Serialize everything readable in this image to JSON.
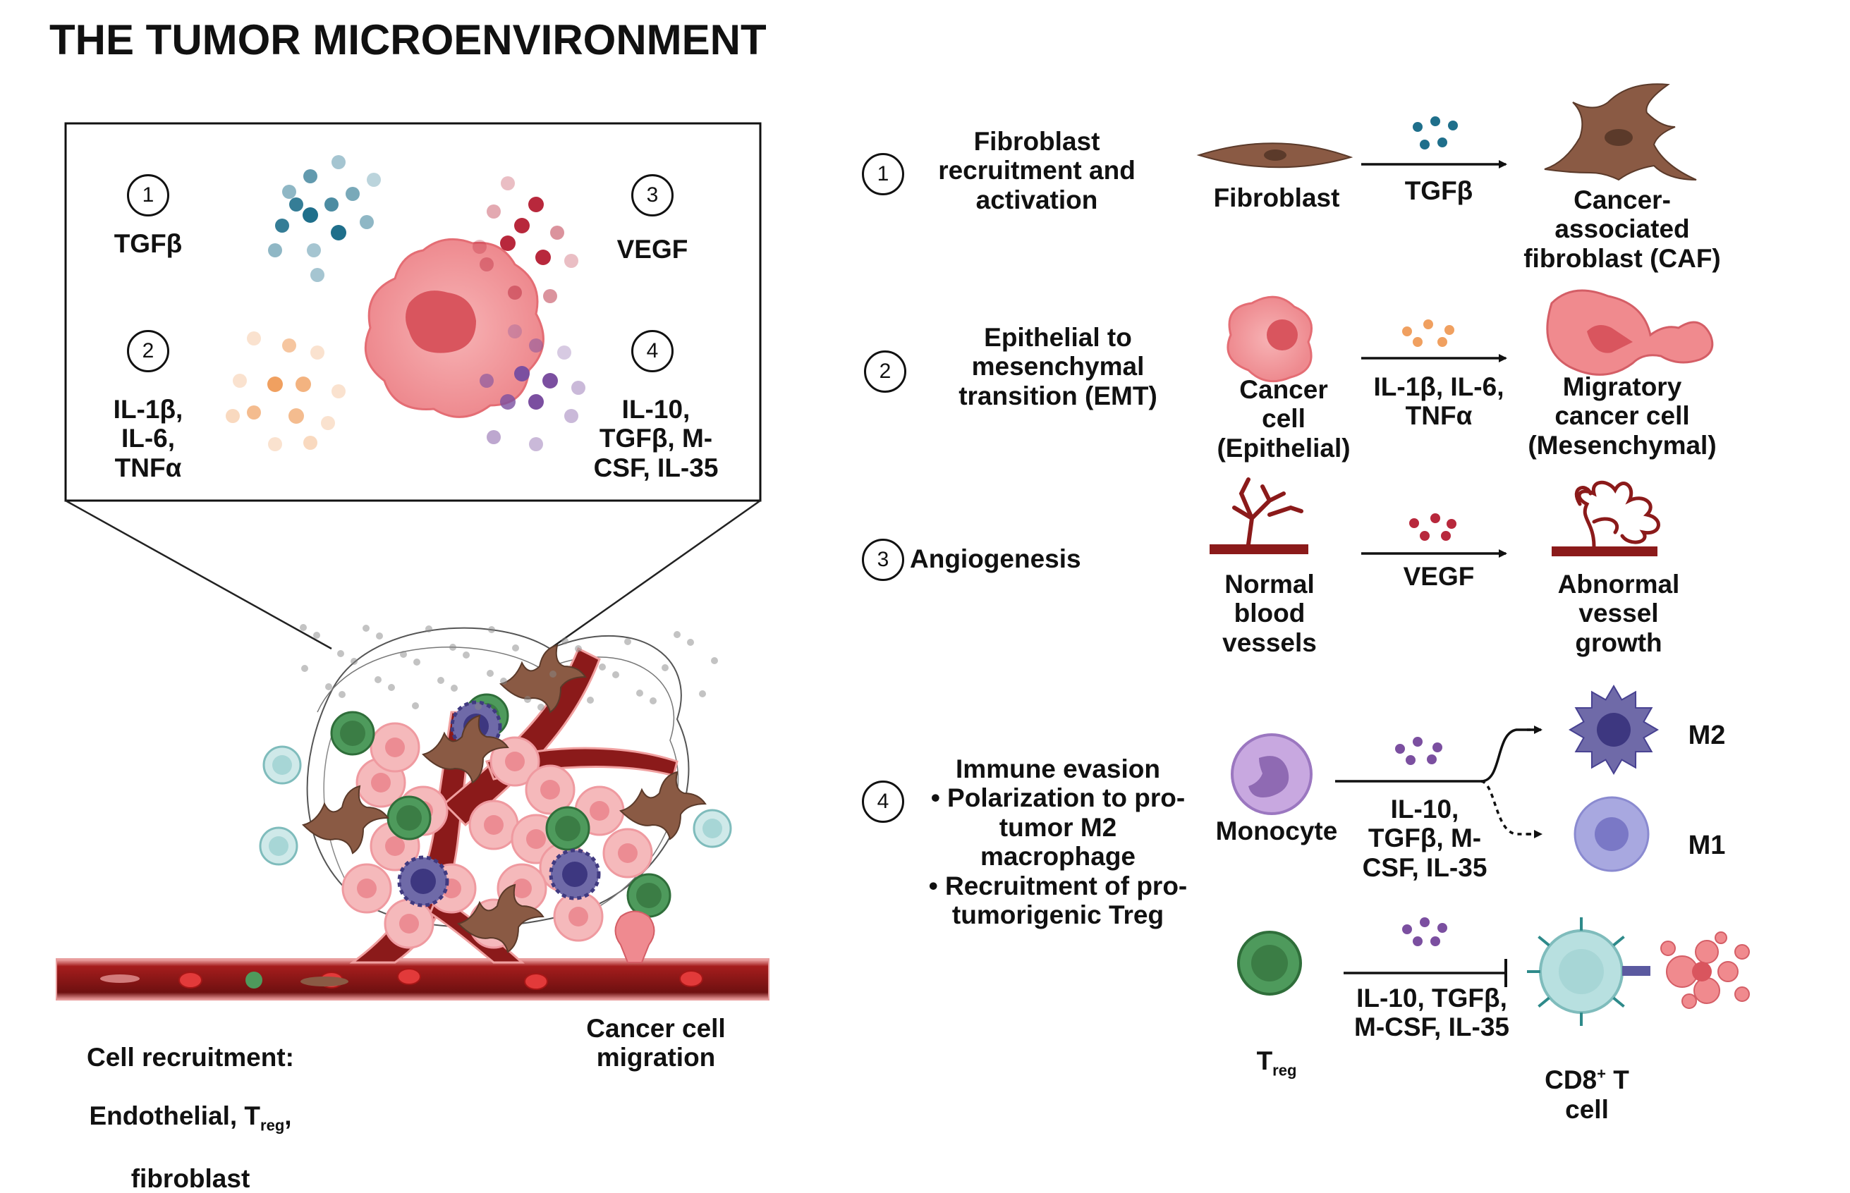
{
  "title": "THE TUMOR MICROENVIRONMENT",
  "inset": {
    "items": [
      {
        "num": "1",
        "label": "TGFβ"
      },
      {
        "num": "2",
        "label": "IL-1β,\nIL-6,\nTNFα"
      },
      {
        "num": "3",
        "label": "VEGF"
      },
      {
        "num": "4",
        "label": "IL-10,\nTGFβ, M-\nCSF, IL-35"
      }
    ]
  },
  "left_labels": {
    "recruitment_a": "Cell recruitment:",
    "recruitment_b1": "Endothelial, T",
    "recruitment_b_sub": "reg",
    "recruitment_b2": ",",
    "recruitment_c": "fibroblast",
    "migration": "Cancer cell\nmigration"
  },
  "processes": [
    {
      "num": "1",
      "name": "Fibroblast\nrecruitment and\nactivation",
      "from": "Fibroblast",
      "signal": "TGFβ",
      "to": "Cancer-\nassociated\nfibroblast (CAF)"
    },
    {
      "num": "2",
      "name": "Epithelial to\nmesenchymal\ntransition (EMT)",
      "from": "Cancer\ncell\n(Epithelial)",
      "signal": "IL-1β, IL-6,\nTNFα",
      "to": "Migratory\ncancer cell\n(Mesenchymal)"
    },
    {
      "num": "3",
      "name": "Angiogenesis",
      "from": "Normal\nblood\nvessels",
      "signal": "VEGF",
      "to": "Abnormal\nvessel\ngrowth"
    },
    {
      "num": "4",
      "name": "Immune evasion\n• Polarization to pro-\ntumor M2\nmacrophage\n• Recruitment of pro-\ntumorigenic Treg",
      "from": "Monocyte",
      "signal": "IL-10,\nTGFβ, M-\nCSF, IL-35",
      "to_a": "M2",
      "to_b": "M1",
      "treg_main": "T",
      "treg_sub": "reg",
      "treg_signal": "IL-10, TGFβ,\nM-CSF, IL-35",
      "cd8_a": "CD8",
      "cd8_sup": "+",
      "cd8_b": " T\ncell"
    }
  ],
  "colors": {
    "tgfb_dot": "#1f6f8b",
    "il_dot": "#f0a060",
    "vegf_dot": "#b8283c",
    "il10_dot": "#7b4fa0",
    "fibroblast": "#8a5a44",
    "cancer_cell": "#f08a8e",
    "vessel": "#8b1a1a",
    "macrophage_m2": "#6f6aa8",
    "macrophage_m1": "#a8a8e0",
    "monocyte": "#c8a8e0",
    "treg": "#4e9a5c",
    "cd8": "#b8e0e0"
  }
}
